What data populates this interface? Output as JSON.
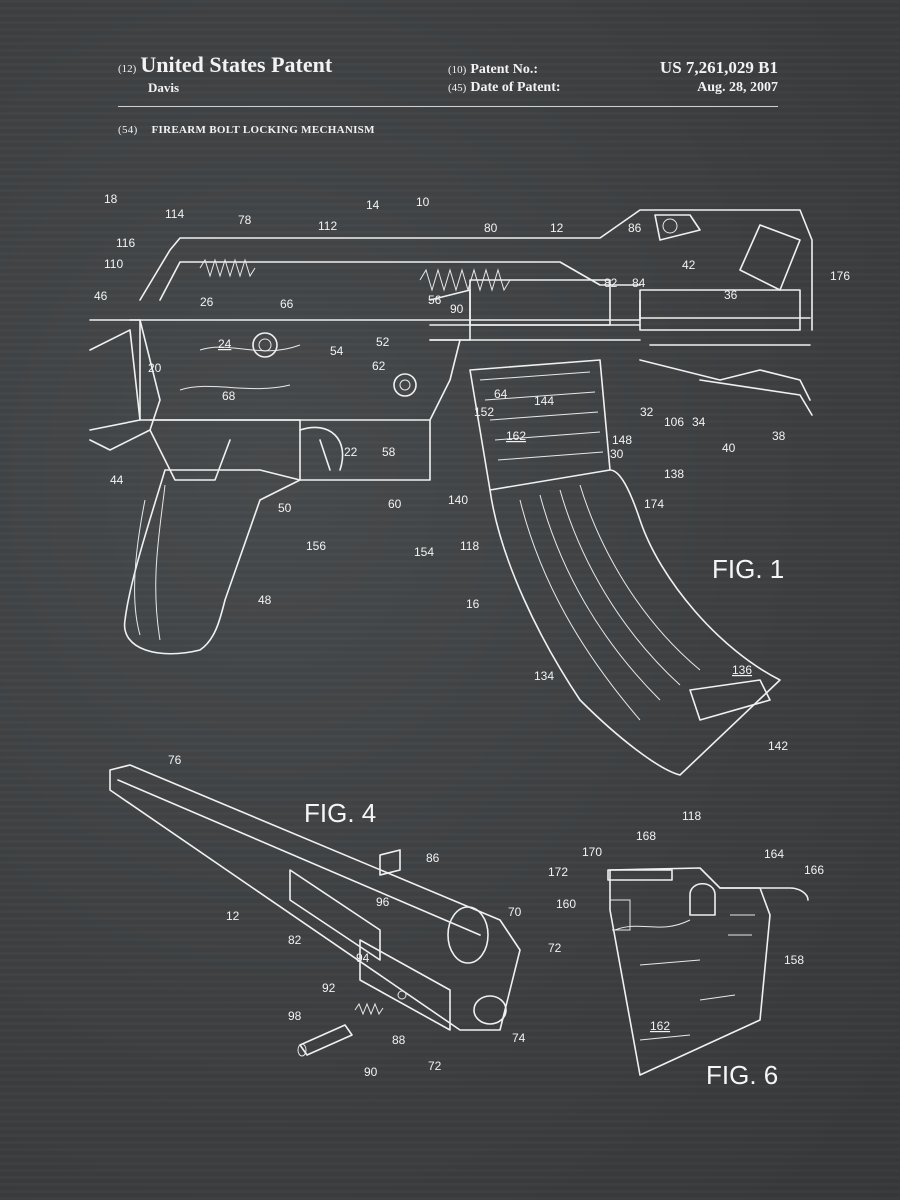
{
  "header": {
    "code_12": "(12)",
    "doc_type": "United States Patent",
    "inventor": "Davis",
    "code_10": "(10)",
    "patent_no_label": "Patent No.:",
    "patent_no": "US 7,261,029 B1",
    "code_45": "(45)",
    "date_label": "Date of Patent:",
    "date": "Aug. 28, 2007"
  },
  "invention": {
    "code_54": "(54)",
    "title": "FIREARM BOLT LOCKING MECHANISM"
  },
  "figures": {
    "fig1": "FIG. 1",
    "fig4": "FIG. 4",
    "fig6": "FIG. 6"
  },
  "fig1_refs": [
    "18",
    "114",
    "78",
    "112",
    "14",
    "10",
    "80",
    "12",
    "86",
    "116",
    "110",
    "46",
    "26",
    "66",
    "56",
    "90",
    "82",
    "84",
    "42",
    "36",
    "176",
    "24",
    "54",
    "52",
    "62",
    "20",
    "68",
    "64",
    "144",
    "32",
    "106",
    "34",
    "152",
    "148",
    "40",
    "38",
    "162",
    "30",
    "138",
    "44",
    "22",
    "58",
    "140",
    "174",
    "50",
    "60",
    "156",
    "154",
    "118",
    "48",
    "16",
    "134",
    "136",
    "142"
  ],
  "fig4_refs": [
    "76",
    "86",
    "12",
    "96",
    "82",
    "70",
    "72",
    "94",
    "92",
    "98",
    "88",
    "74",
    "72",
    "90"
  ],
  "fig6_refs": [
    "118",
    "168",
    "170",
    "164",
    "166",
    "172",
    "160",
    "158",
    "162"
  ]
}
